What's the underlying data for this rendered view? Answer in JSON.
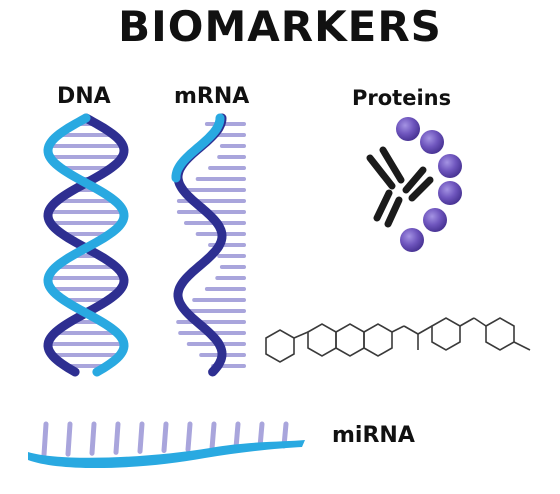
{
  "title": "BIOMARKERS",
  "labels": {
    "dna": "DNA",
    "mrna": "mRNA",
    "proteins": "Proteins",
    "mirna": "miRNA"
  },
  "colors": {
    "strand_light": "#29a9e1",
    "strand_dark": "#2e2f91",
    "rung": "#a9a5dc",
    "protein_ball": "#6f56be",
    "antibody": "#1b1b1b",
    "molecule": "#3a3a3a"
  },
  "icons": [
    "dna-helix-icon",
    "mrna-strand-icon",
    "antibody-icon",
    "protein-chain-icon",
    "small-molecule-icon",
    "mirna-strand-icon"
  ]
}
